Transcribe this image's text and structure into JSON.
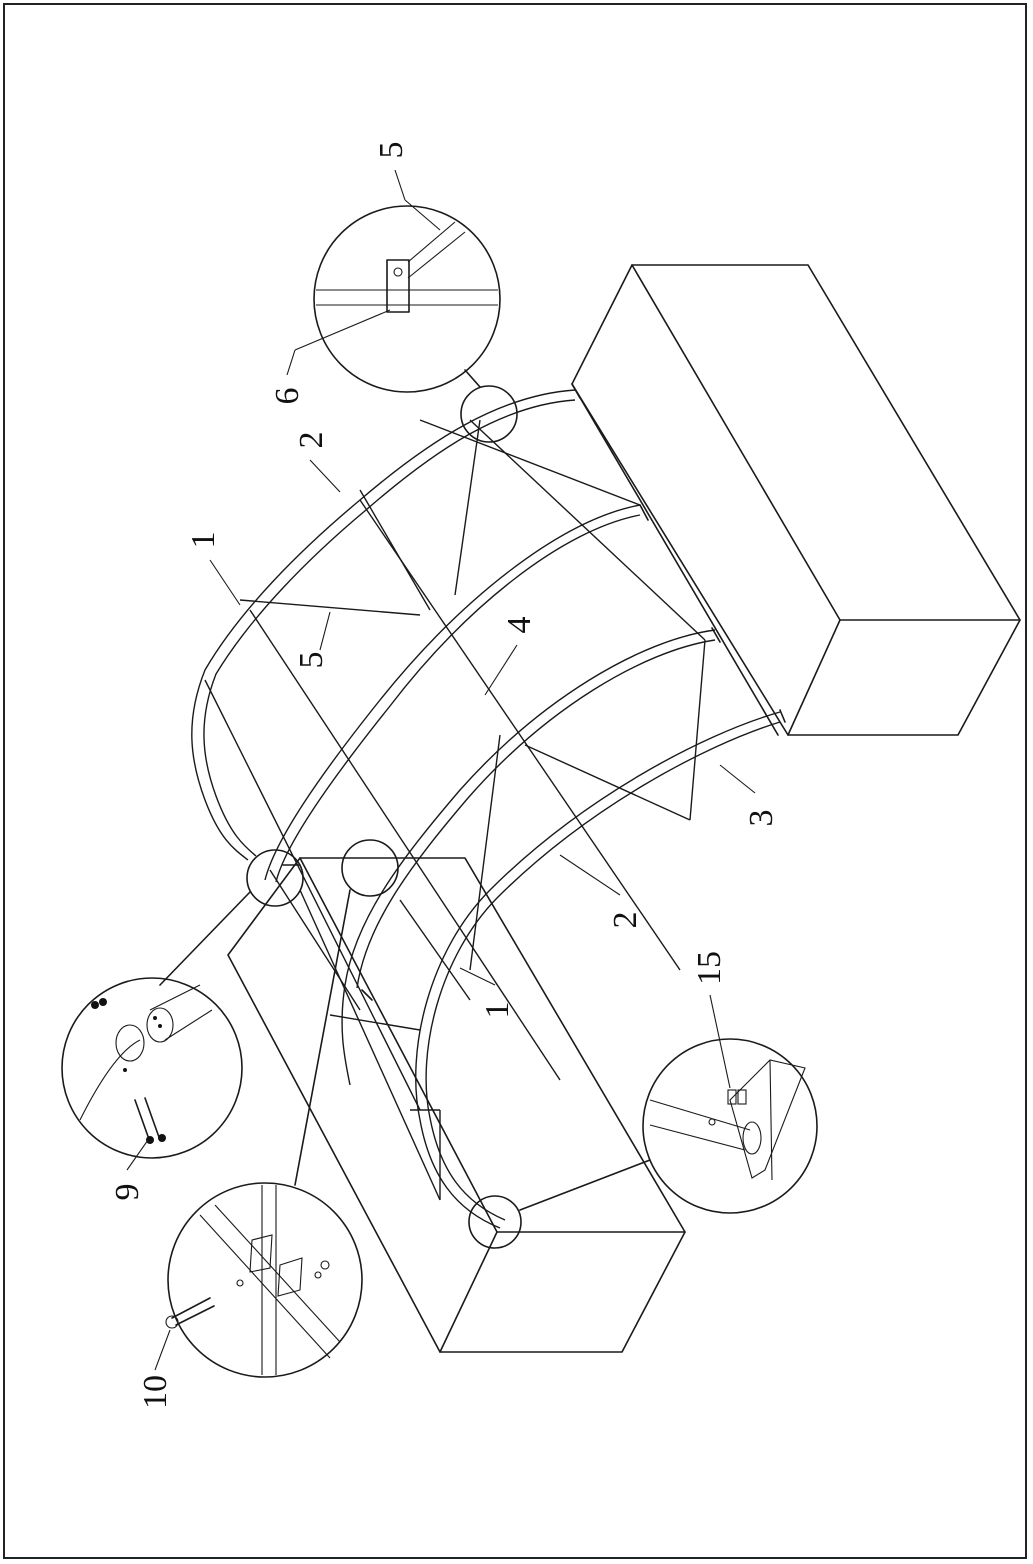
{
  "labels": {
    "l1a": "1",
    "l1b": "1",
    "l2a": "2",
    "l2b": "2",
    "l3": "3",
    "l4": "4",
    "l5a": "5",
    "l5b": "5",
    "l6": "6",
    "l9": "9",
    "l10": "10",
    "l15": "15"
  },
  "colors": {
    "line": "#1a1a1a",
    "background": "#ffffff"
  }
}
